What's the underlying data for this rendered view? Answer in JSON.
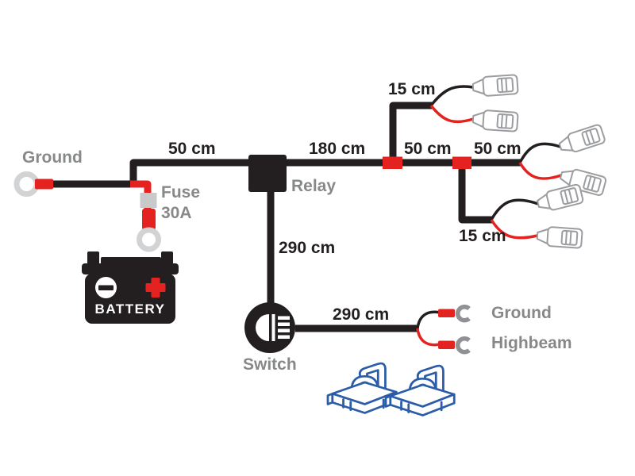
{
  "diagram": {
    "type": "wiring-harness-diagram",
    "labels": {
      "ground_left": "Ground",
      "wire_50_left": "50 cm",
      "fuse_name": "Fuse",
      "fuse_rating": "30A",
      "battery": "BATTERY",
      "relay": "Relay",
      "wire_180": "180 cm",
      "wire_15_top": "15 cm",
      "wire_50_a": "50 cm",
      "wire_50_b": "50 cm",
      "wire_15_bottom": "15 cm",
      "wire_290_vertical": "290 cm",
      "wire_290_horizontal": "290 cm",
      "switch": "Switch",
      "ground_right": "Ground",
      "highbeam": "Highbeam"
    },
    "icons": [
      "ring-terminal-icon",
      "fuse-icon",
      "battery-icon",
      "relay-box",
      "wire-junction",
      "spade-connector-icon",
      "switch-icon",
      "headlight-icon",
      "fork-terminal-icon",
      "quick-splice-connector-icon"
    ],
    "colors": {
      "wire_black": "#231f20",
      "wire_red": "#e42320",
      "junction_red": "#e42320",
      "terminal_gray": "#d2d3d5",
      "fuse_gray": "#c8c9cb",
      "connector_outline": "#9b9da0",
      "fork_gray": "#8f9194",
      "label_gray": "#87888a",
      "splice_blue": "#2b5ca8",
      "background": "#ffffff"
    }
  }
}
